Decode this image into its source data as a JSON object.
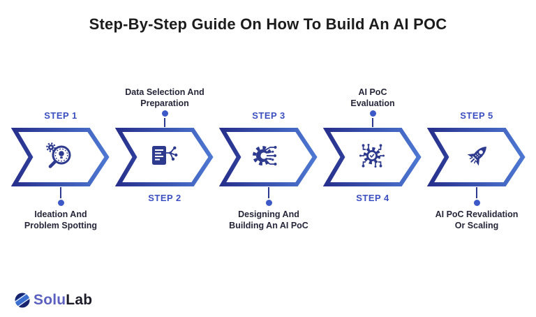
{
  "title": "Step-By-Step Guide On How To Build An AI POC",
  "steps": [
    {
      "label": "STEP 1",
      "desc1": "Ideation And",
      "desc2": "Problem Spotting",
      "icon": "magnifier-lightbulb-icon",
      "text_position": "below"
    },
    {
      "label": "STEP 2",
      "desc1": "Data Selection And",
      "desc2": "Preparation",
      "icon": "document-network-icon",
      "text_position": "above"
    },
    {
      "label": "STEP 3",
      "desc1": "Designing And",
      "desc2": "Building An AI PoC",
      "icon": "gear-circuit-icon",
      "text_position": "below"
    },
    {
      "label": "STEP 4",
      "desc1": "AI PoC",
      "desc2": "Evaluation",
      "icon": "gear-check-circuit-icon",
      "text_position": "above"
    },
    {
      "label": "STEP 5",
      "desc1": "AI PoC Revalidation",
      "desc2": "Or Scaling",
      "icon": "rocket-icon",
      "text_position": "below"
    }
  ],
  "logo": {
    "part1": "Solu",
    "part2": "Lab",
    "icon": "solulab-sphere-icon"
  },
  "colors": {
    "step_label_blue": "#3b4fc1",
    "arrow_gradient_dark": "#27318d",
    "arrow_gradient_light": "#4d77d2",
    "icon_navy": "#2e3a8e",
    "connector_dot_blue": "#3d59c8",
    "title_text": "#1c1c1c",
    "logo_solu": "#5b60c0",
    "logo_lab": "#1c1c28"
  }
}
